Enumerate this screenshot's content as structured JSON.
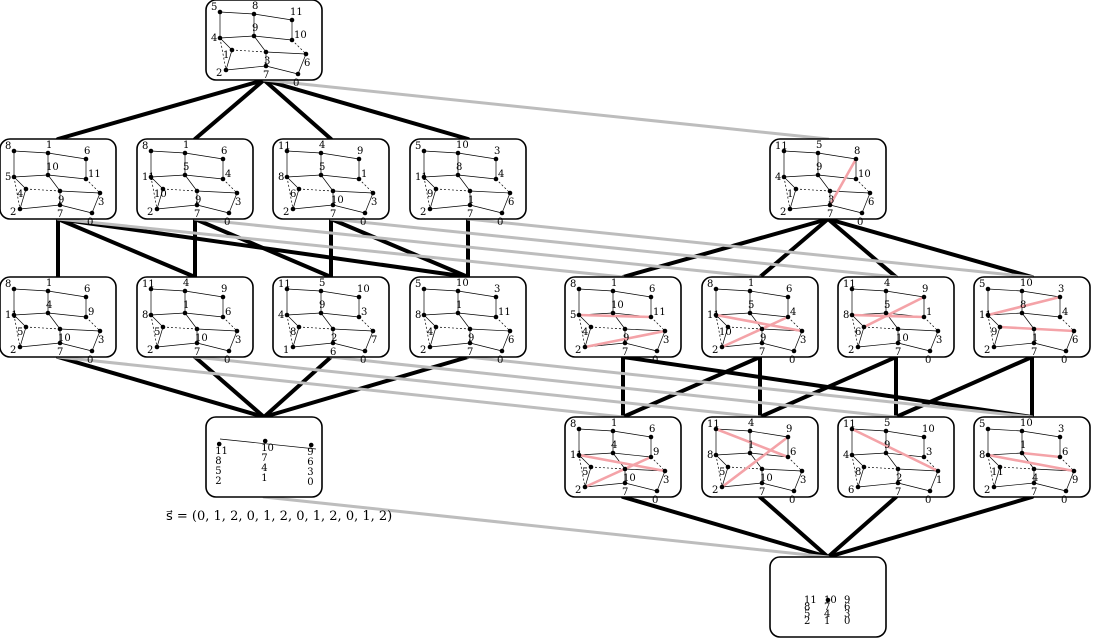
{
  "formula": "s⃗ = (0, 1, 2, 0, 1, 2, 0, 1, 2, 0, 1, 2)",
  "nodes": [
    {
      "id": "root",
      "labels": [
        "5",
        "8",
        "11",
        "4",
        "9",
        "10",
        "1",
        "3",
        "6",
        "2",
        "7",
        "0"
      ]
    },
    {
      "id": "l1a",
      "labels": [
        "8",
        "1",
        "6",
        "5",
        "10",
        "11",
        "4",
        "9",
        "3",
        "2",
        "7",
        "0"
      ]
    },
    {
      "id": "l1b",
      "labels": [
        "8",
        "1",
        "6",
        "11",
        "5",
        "4",
        "10",
        "9",
        "3",
        "2",
        "7",
        "0"
      ]
    },
    {
      "id": "l1c",
      "labels": [
        "11",
        "4",
        "9",
        "8",
        "5",
        "1",
        "6",
        "10",
        "3",
        "2",
        "7",
        "0"
      ]
    },
    {
      "id": "l1d",
      "labels": [
        "5",
        "10",
        "3",
        "11",
        "8",
        "4",
        "9",
        "1",
        "6",
        "2",
        "7",
        "0"
      ]
    },
    {
      "id": "l1e",
      "labels": [
        "11",
        "5",
        "8",
        "4",
        "9",
        "10",
        "1",
        "3",
        "6",
        "2",
        "7",
        "0"
      ]
    },
    {
      "id": "l2a",
      "labels": [
        "8",
        "1",
        "6",
        "11",
        "4",
        "9",
        "5",
        "10",
        "3",
        "2",
        "7",
        "0"
      ]
    },
    {
      "id": "l2b",
      "labels": [
        "11",
        "4",
        "9",
        "8",
        "1",
        "6",
        "5",
        "10",
        "3",
        "2",
        "7",
        "0"
      ]
    },
    {
      "id": "l2c",
      "labels": [
        "11",
        "5",
        "10",
        "4",
        "9",
        "3",
        "8",
        "2",
        "7",
        "1",
        "6",
        "0"
      ]
    },
    {
      "id": "l2d",
      "labels": [
        "5",
        "10",
        "3",
        "8",
        "1",
        "11",
        "4",
        "9",
        "6",
        "2",
        "7",
        "0"
      ]
    },
    {
      "id": "l2e",
      "labels": [
        "8",
        "1",
        "6",
        "5",
        "10",
        "11",
        "4",
        "9",
        "3",
        "2",
        "7",
        "0"
      ]
    },
    {
      "id": "l2f",
      "labels": [
        "8",
        "1",
        "6",
        "11",
        "5",
        "4",
        "10",
        "9",
        "3",
        "2",
        "7",
        "0"
      ]
    },
    {
      "id": "l2g",
      "labels": [
        "11",
        "4",
        "9",
        "8",
        "5",
        "1",
        "6",
        "10",
        "3",
        "2",
        "7",
        "0"
      ]
    },
    {
      "id": "l2h",
      "labels": [
        "5",
        "10",
        "3",
        "11",
        "8",
        "4",
        "9",
        "1",
        "6",
        "2",
        "7",
        "0"
      ]
    },
    {
      "id": "l3a",
      "labels": [
        "11",
        "8",
        "5",
        "2",
        "10",
        "7",
        "4",
        "1",
        "9",
        "6",
        "3",
        "0"
      ]
    },
    {
      "id": "l3b",
      "labels": [
        "8",
        "1",
        "6",
        "11",
        "4",
        "9",
        "5",
        "10",
        "3",
        "2",
        "7",
        "0"
      ]
    },
    {
      "id": "l3c",
      "labels": [
        "11",
        "4",
        "9",
        "8",
        "1",
        "6",
        "5",
        "10",
        "3",
        "2",
        "7",
        "0"
      ]
    },
    {
      "id": "l3d",
      "labels": [
        "11",
        "5",
        "10",
        "4",
        "9",
        "3",
        "8",
        "2",
        "1",
        "6",
        "7",
        "0"
      ]
    },
    {
      "id": "l3e",
      "labels": [
        "5",
        "10",
        "3",
        "8",
        "1",
        "6",
        "11",
        "4",
        "9",
        "2",
        "7",
        "0"
      ]
    },
    {
      "id": "bottom",
      "labels": [
        "11",
        "8",
        "5",
        "2",
        "10",
        "7",
        "4",
        "1",
        "9",
        "6",
        "3",
        "0"
      ]
    }
  ]
}
